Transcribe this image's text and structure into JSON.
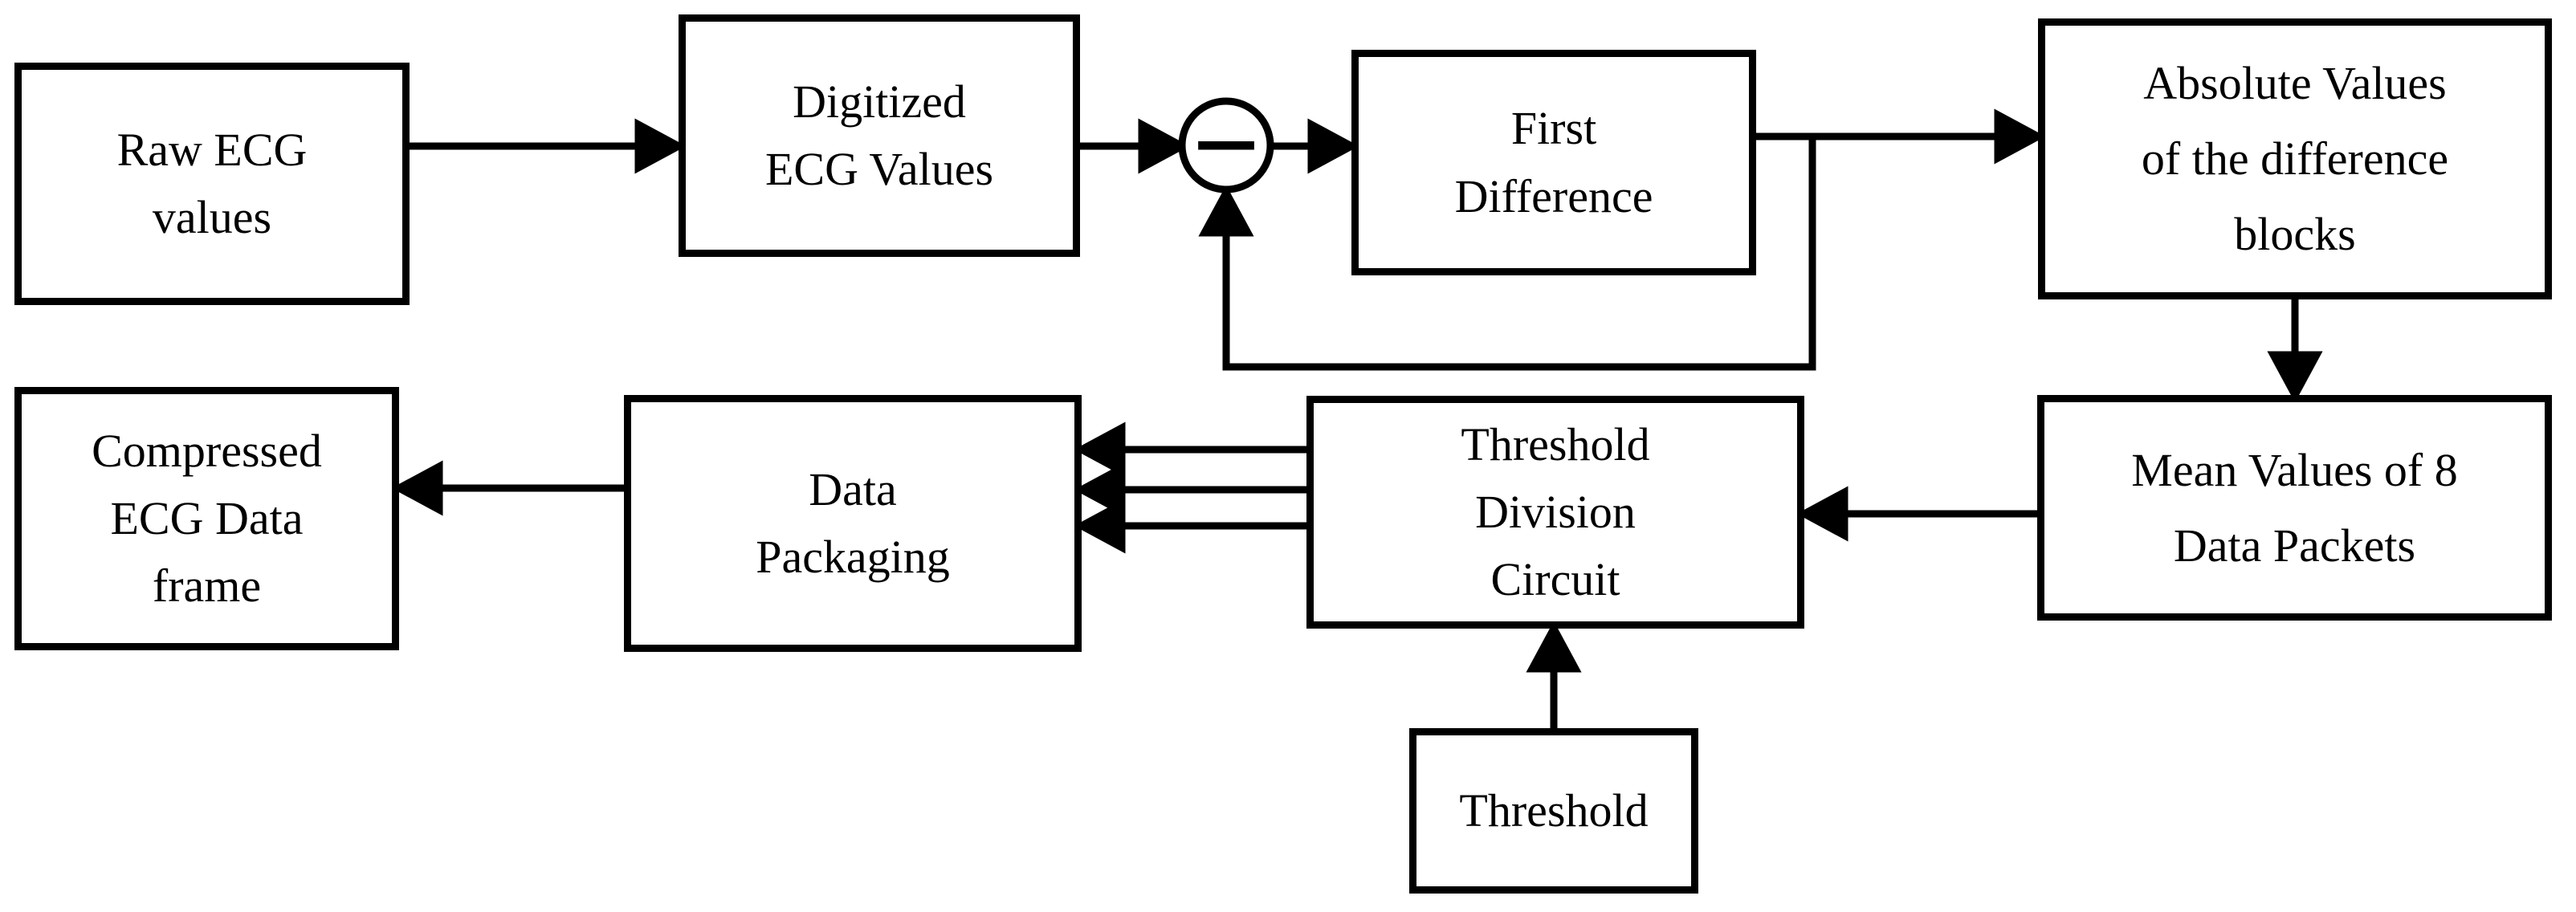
{
  "diagram": {
    "description": "ECG data compression block diagram",
    "colors": {
      "background": "#ffffff",
      "stroke": "#000000",
      "box_fill": "#ffffff",
      "text": "#000000"
    },
    "boxes": {
      "raw_ecg": {
        "lines": [
          "Raw ECG",
          "values"
        ]
      },
      "digitized": {
        "lines": [
          "Digitized",
          "ECG Values"
        ]
      },
      "first_difference": {
        "lines": [
          "First",
          "Difference"
        ]
      },
      "absolute_values": {
        "lines": [
          "Absolute Values",
          "of the difference",
          "blocks"
        ]
      },
      "mean_values": {
        "lines": [
          "Mean Values of 8",
          "Data Packets"
        ]
      },
      "threshold_division": {
        "lines": [
          "Threshold",
          "Division",
          "Circuit"
        ]
      },
      "data_packaging": {
        "lines": [
          "Data",
          "Packaging"
        ]
      },
      "compressed": {
        "lines": [
          "Compressed",
          "ECG Data",
          "frame"
        ]
      },
      "threshold": {
        "lines": [
          "Threshold"
        ]
      }
    },
    "operator": {
      "symbol": "−",
      "meaning": "subtraction node"
    }
  }
}
